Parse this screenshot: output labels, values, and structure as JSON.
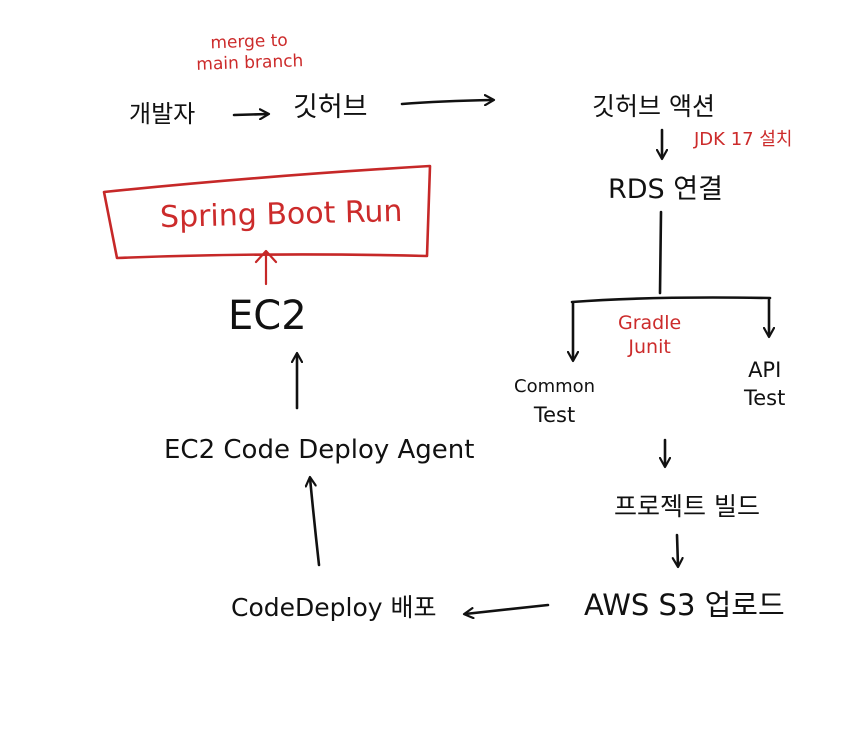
{
  "annotations": {
    "merge": [
      "merge to",
      "main branch"
    ],
    "jdk": "JDK 17 설치",
    "gradle": [
      "Gradle",
      "Junit"
    ]
  },
  "nodes": {
    "developer": "개발자",
    "github": "깃허브",
    "github_actions": "깃허브 액션",
    "rds": "RDS 연결",
    "common_test": [
      "Common",
      "Test"
    ],
    "api_test": [
      "API",
      "Test"
    ],
    "build": "프로젝트 빌드",
    "s3": "AWS S3 업로드",
    "codedeploy": "CodeDeploy 배포",
    "agent": "EC2 Code Deploy Agent",
    "ec2": "EC2",
    "spring": "Spring Boot Run"
  },
  "colors": {
    "ink": "#111111",
    "annotation": "#cc2b2b",
    "box": "#c62828"
  }
}
